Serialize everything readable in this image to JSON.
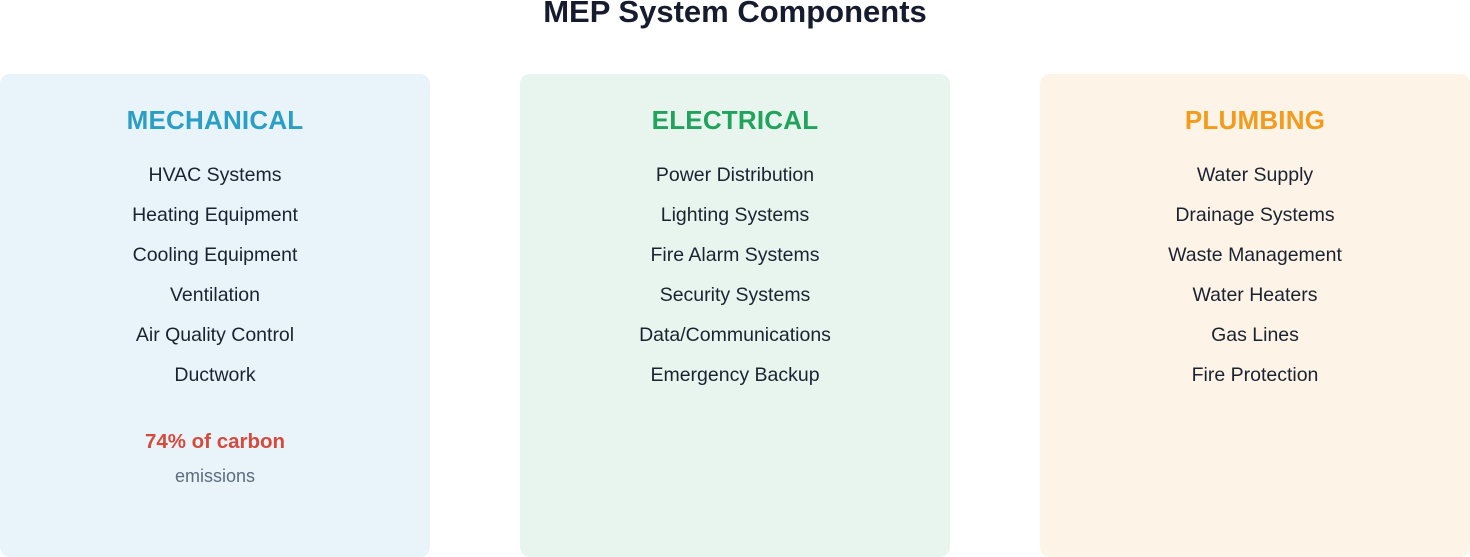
{
  "title": "MEP System Components",
  "colors": {
    "mechanical_heading": "#2b9ec5",
    "mechanical_bg": "#e8f4fa",
    "electrical_heading": "#21a35e",
    "electrical_bg": "#e8f5ee",
    "plumbing_heading": "#f29b1c",
    "plumbing_bg": "#fdf3e7",
    "stat_accent": "#d64a3c"
  },
  "panels": [
    {
      "heading": "MECHANICAL",
      "items": [
        "HVAC Systems",
        "Heating Equipment",
        "Cooling Equipment",
        "Ventilation",
        "Air Quality Control",
        "Ductwork"
      ],
      "stat": {
        "value": "74% of carbon",
        "caption": "emissions"
      }
    },
    {
      "heading": "ELECTRICAL",
      "items": [
        "Power Distribution",
        "Lighting Systems",
        "Fire Alarm Systems",
        "Security Systems",
        "Data/Communications",
        "Emergency Backup"
      ]
    },
    {
      "heading": "PLUMBING",
      "items": [
        "Water Supply",
        "Drainage Systems",
        "Waste Management",
        "Water Heaters",
        "Gas Lines",
        "Fire Protection"
      ]
    }
  ]
}
